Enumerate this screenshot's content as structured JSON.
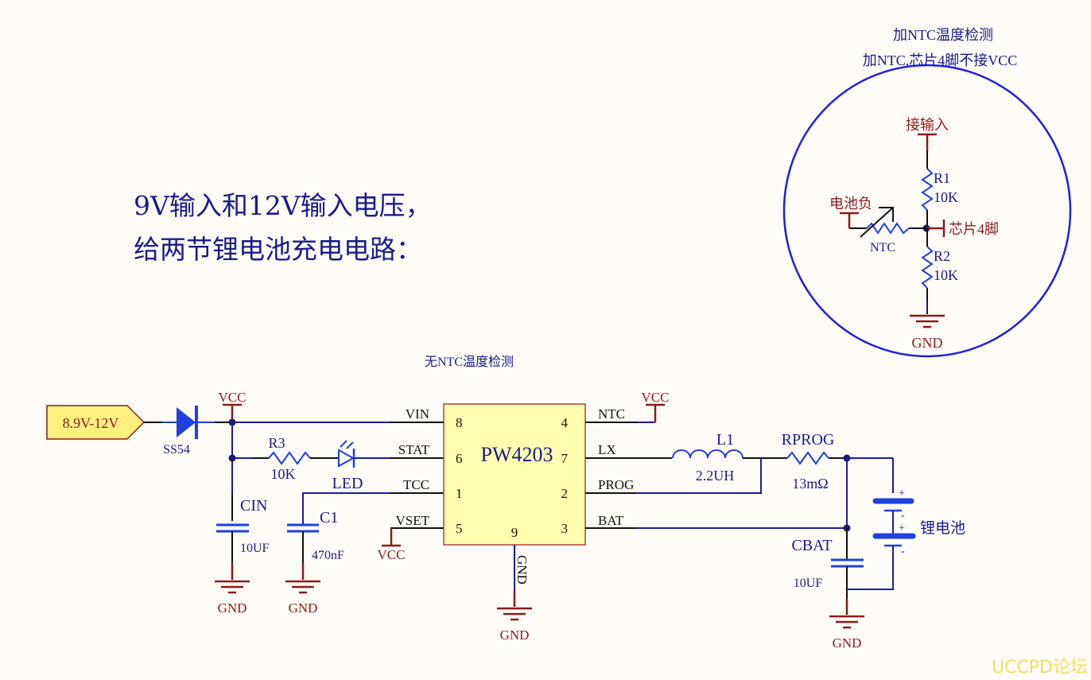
{
  "heading": {
    "line1": "9V输入和12V输入电压，",
    "line2": "给两节锂电池充电电路："
  },
  "ntc_inset": {
    "title1": "加NTC温度检测",
    "title2": "加NTC,芯片4脚不接VCC",
    "input_label": "接输入",
    "battery_neg_label": "电池负",
    "chip_pin_label": "芯片4脚",
    "ntc_label": "NTC",
    "r1_ref": "R1",
    "r1_value": "10K",
    "r2_ref": "R2",
    "r2_value": "10K",
    "gnd_label": "GND"
  },
  "main": {
    "caption": "无NTC温度检测",
    "input_port": "8.9V-12V",
    "diode_ref": "SS54",
    "vcc_label": "VCC",
    "gnd_label": "GND",
    "r3_ref": "R3",
    "r3_value": "10K",
    "led_ref": "LED",
    "cin_ref": "CIN",
    "cin_value": "10UF",
    "c1_ref": "C1",
    "c1_value": "470nF",
    "ic": {
      "name": "PW4203",
      "left_pins": [
        {
          "name": "VIN",
          "num": "8"
        },
        {
          "name": "STAT",
          "num": "6"
        },
        {
          "name": "TCC",
          "num": "1"
        },
        {
          "name": "VSET",
          "num": "5"
        }
      ],
      "right_pins": [
        {
          "name": "NTC",
          "num": "4"
        },
        {
          "name": "LX",
          "num": "7"
        },
        {
          "name": "PROG",
          "num": "2"
        },
        {
          "name": "BAT",
          "num": "3"
        }
      ],
      "bottom_pin": {
        "name": "GND",
        "num": "9"
      }
    },
    "l1_ref": "L1",
    "l1_value": "2.2UH",
    "rprog_ref": "RPROG",
    "rprog_value": "13mΩ",
    "cbat_ref": "CBAT",
    "cbat_value": "10UF",
    "battery_label": "锂电池",
    "plus": "+",
    "minus": "-"
  },
  "watermark": "UCCPD论坛",
  "colors": {
    "wire": "#1a1aa0",
    "power": "#8b1a1a",
    "ic_fill": "#ffffb0",
    "port_fill": "#fff080",
    "inset_circle": "#1f1fe0"
  }
}
